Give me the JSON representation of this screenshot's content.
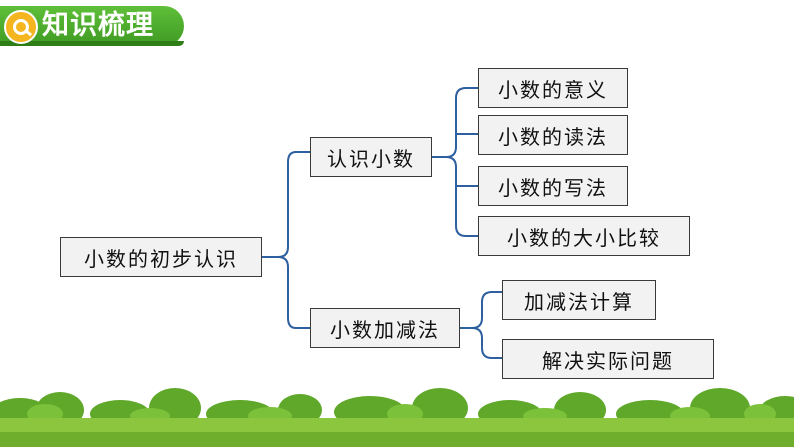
{
  "header": {
    "title": "知识梳理",
    "logo_icon": "magnifier-badge-icon",
    "accent_color": "#4caf2c",
    "badge_color": "#f5b51f"
  },
  "diagram": {
    "line_color": "#2e5f9e",
    "box_fill": "#f2f2f2",
    "root": "小数的初步认识",
    "branches": [
      {
        "label": "认识小数",
        "children": [
          "小数的意义",
          "小数的读法",
          "小数的写法",
          "小数的大小比较"
        ]
      },
      {
        "label": "小数加减法",
        "children": [
          "加减法计算",
          "解决实际问题"
        ]
      }
    ]
  },
  "footer": {
    "decoration": "grass-and-bushes",
    "grass_color": "#8cc63e"
  }
}
